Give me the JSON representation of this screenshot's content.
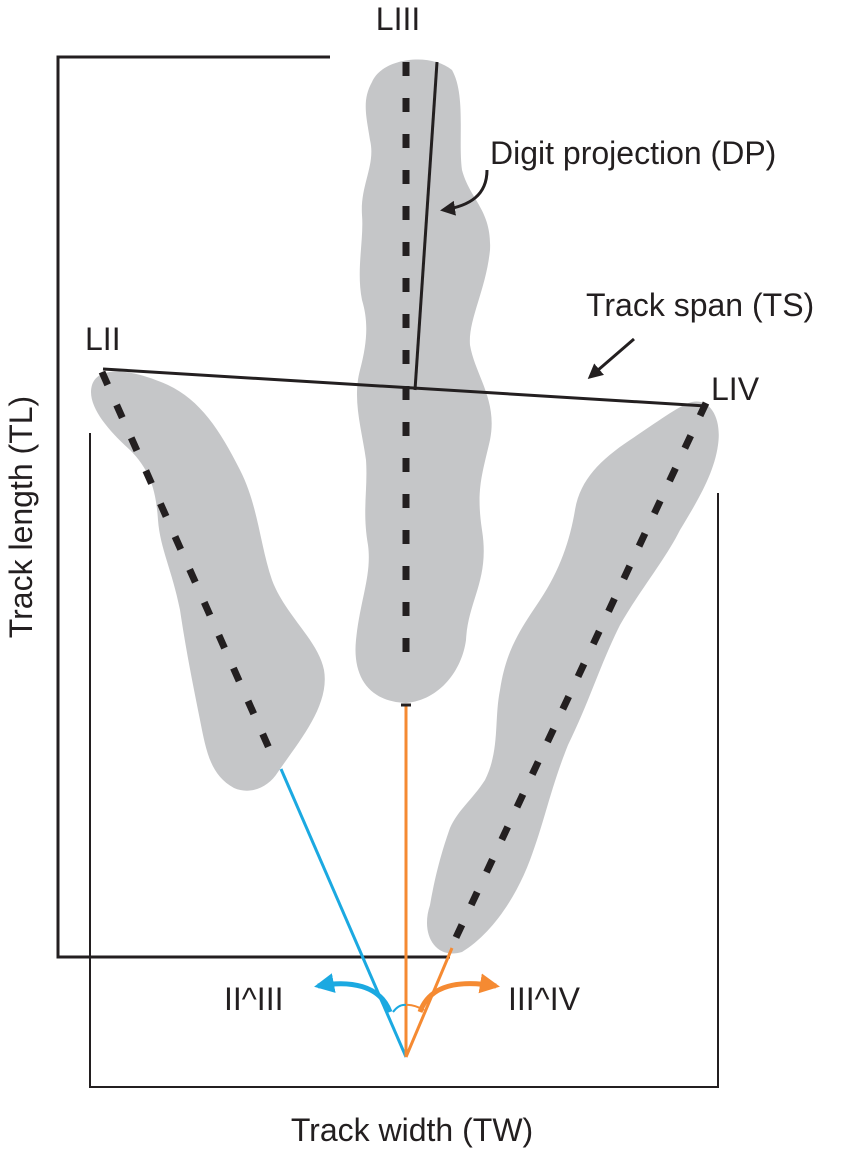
{
  "labels": {
    "digit_iii": "LIII",
    "digit_ii": "LII",
    "digit_iv": "LIV",
    "digit_projection": "Digit projection (DP)",
    "track_span": "Track span (TS)",
    "track_length": "Track length (TL)",
    "track_width": "Track width (TW)",
    "angle_ii_iii": "II^III",
    "angle_iii_iv": "III^IV"
  },
  "colors": {
    "digit_fill": "#c5c6c8",
    "line": "#231f20",
    "angle_ii_iii": "#1ba9e1",
    "angle_iii_iv": "#f58a32"
  },
  "icons": {
    "dp_pointer": "curved-arrow-icon",
    "ts_pointer": "arrow-icon",
    "angle_ii_iii_arrow": "curved-arrow-left-icon",
    "angle_iii_iv_arrow": "curved-arrow-right-icon"
  }
}
